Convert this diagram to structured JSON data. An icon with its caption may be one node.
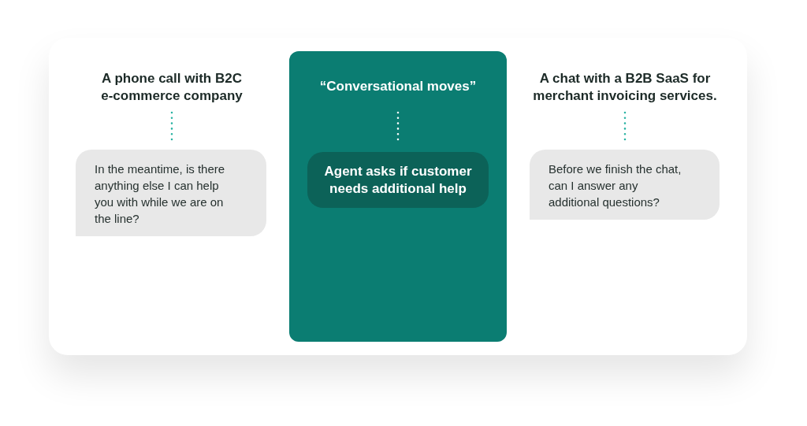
{
  "diagram": {
    "nodes": [
      {
        "text": [
          "A phone call with B2C e-commerce company"
        ]
      },
      {
        "text": [
          "In the meantime, is there anything else I can help you with while we are on the line?"
        ]
      },
      {
        "text": [],
        "shape": "box"
      },
      {
        "text": [
          "“Conversational moves”"
        ],
        "in": 2
      },
      {
        "text": [
          "Agent asks if customer needs additional help"
        ],
        "in": 2
      },
      {
        "text": [
          "A chat with a B2B SaaS for merchant invoicing services."
        ]
      },
      {
        "text": [
          "Before we finish the chat, can I answer any additional questions?"
        ]
      }
    ],
    "edges": [
      {
        "from": 0,
        "to": 1,
        "arrow": "none",
        "style": "dashed"
      },
      {
        "from": 3,
        "to": 4,
        "arrow": "none",
        "style": "dashed",
        "color": "#ffffff"
      },
      {
        "from": 5,
        "to": 6,
        "arrow": "none",
        "style": "dashed"
      }
    ]
  }
}
